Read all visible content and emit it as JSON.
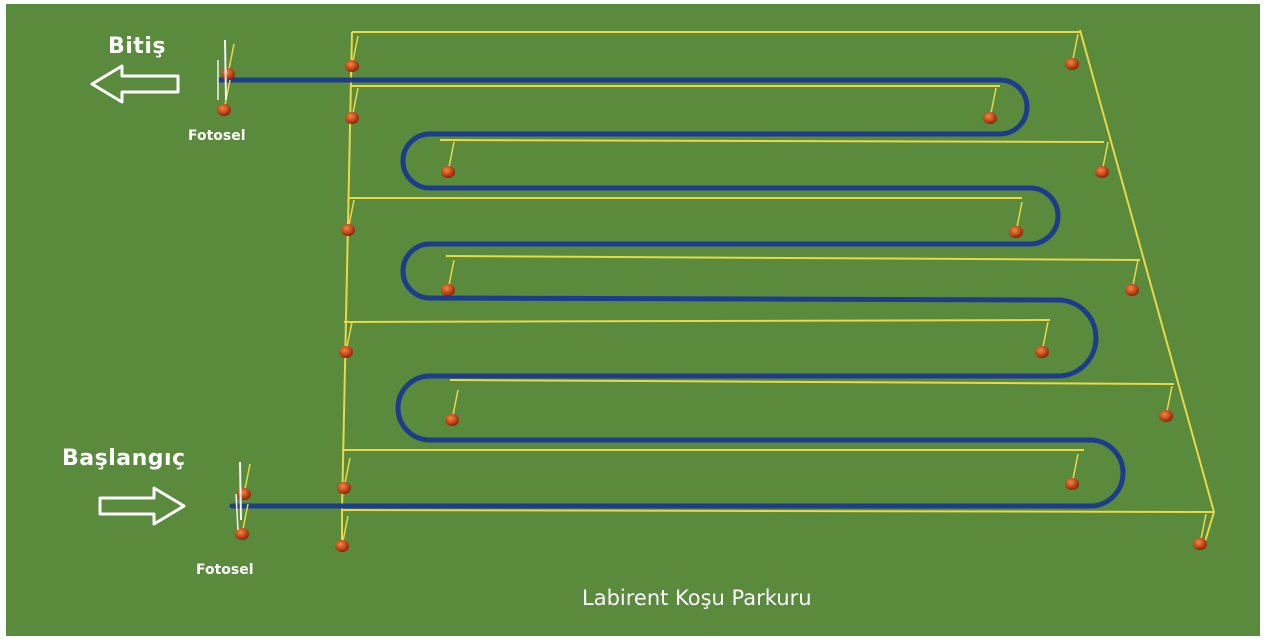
{
  "labels": {
    "finish": "Bitiş",
    "start": "Başlangıç",
    "photocell_top": "Fotosel",
    "photocell_bottom": "Fotosel",
    "title": "Labirent Koşu Parkuru"
  },
  "colors": {
    "grass": "#5a8a3c",
    "path": "#1e3c8c",
    "frame": "#e8d84a",
    "cone": "#c2411a",
    "pole": "#f2f2f2",
    "arrow": "#ffffff"
  },
  "diagram": {
    "photocells": [
      "top",
      "bottom"
    ],
    "arrows": [
      "finish-arrow-left",
      "start-arrow-right"
    ],
    "course_turns": 7
  }
}
